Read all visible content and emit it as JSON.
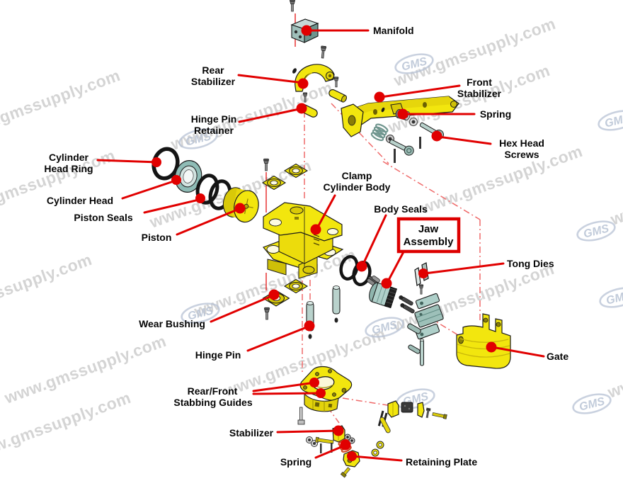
{
  "watermark": {
    "text": "www.gmssupply.com",
    "logo": "GMS"
  },
  "colors": {
    "leader_red": "#e10000",
    "highlight_box_red": "#dd0000",
    "part_yellow": "#f2e60e",
    "part_teal": "#aecfc9",
    "oring_black": "#141414",
    "label_black": "#050505",
    "watermark_gray": "#ababab",
    "logo_blue_gray": "#b7c2d4"
  },
  "labels": {
    "manifold": {
      "line1": "Manifold"
    },
    "rear_stabilizer": {
      "line1": "Rear",
      "line2": "Stabilizer"
    },
    "hinge_pin_retainer": {
      "line1": "Hinge Pin",
      "line2": "Retainer"
    },
    "front_stabilizer": {
      "line1": "Front",
      "line2": "Stabilizer"
    },
    "spring_top": {
      "line1": "Spring"
    },
    "hex_head_screws": {
      "line1": "Hex Head",
      "line2": "Screws"
    },
    "cylinder_head_ring": {
      "line1": "Cylinder",
      "line2": "Head Ring"
    },
    "cylinder_head": {
      "line1": "Cylinder Head"
    },
    "piston_seals": {
      "line1": "Piston Seals"
    },
    "piston": {
      "line1": "Piston"
    },
    "clamp_cylinder_body": {
      "line1": "Clamp",
      "line2": "Cylinder Body"
    },
    "body_seals": {
      "line1": "Body Seals"
    },
    "jaw_assembly": {
      "line1": "Jaw",
      "line2": "Assembly"
    },
    "tong_dies": {
      "line1": "Tong Dies"
    },
    "gate": {
      "line1": "Gate"
    },
    "wear_bushing": {
      "line1": "Wear Bushing"
    },
    "hinge_pin": {
      "line1": "Hinge Pin"
    },
    "stabbing_guides": {
      "line1": "Rear/Front",
      "line2": "Stabbing Guides"
    },
    "stabilizer": {
      "line1": "Stabilizer"
    },
    "spring_bottom": {
      "line1": "Spring"
    },
    "retaining_plate": {
      "line1": "Retaining Plate"
    }
  }
}
